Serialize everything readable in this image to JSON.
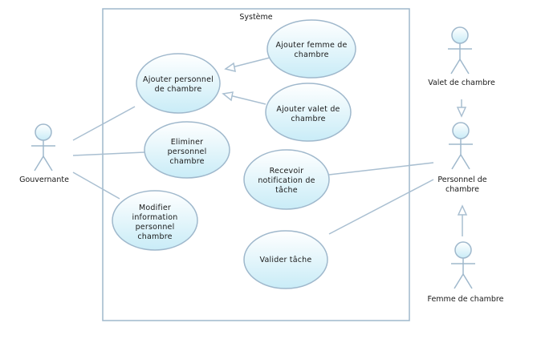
{
  "system": {
    "title": "Système"
  },
  "actors": {
    "gouvernante": {
      "label": "Gouvernante"
    },
    "valet": {
      "label": "Valet de chambre"
    },
    "personnel": {
      "line1": "Personnel de",
      "line2": "chambre"
    },
    "femme": {
      "label": "Femme de chambre"
    }
  },
  "use_cases": {
    "ajouter_personnel": {
      "line1": "Ajouter personnel",
      "line2": "de chambre"
    },
    "ajouter_femme": {
      "line1": "Ajouter femme de",
      "line2": "chambre"
    },
    "ajouter_valet": {
      "line1": "Ajouter valet de",
      "line2": "chambre"
    },
    "eliminer": {
      "line1": "Eliminer",
      "line2": "personnel",
      "line3": "chambre"
    },
    "recevoir": {
      "line1": "Recevoir",
      "line2": "notification de",
      "line3": "tâche"
    },
    "modifier": {
      "line1": "Modifier",
      "line2": "information",
      "line3": "personnel",
      "line4": "chambre"
    },
    "valider": {
      "line1": "Valider tâche"
    }
  },
  "colors": {
    "stroke": "#9fb8cc",
    "fill_top": "#ffffff",
    "fill_bottom": "#cdeef8",
    "text": "#1a1a1a"
  }
}
